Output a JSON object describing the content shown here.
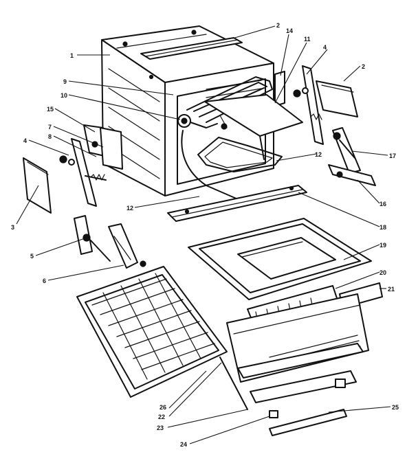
{
  "diagram": {
    "callouts": [
      {
        "id": "c1",
        "label": "1"
      },
      {
        "id": "c2a",
        "label": "2"
      },
      {
        "id": "c2b",
        "label": "2"
      },
      {
        "id": "c3",
        "label": "3"
      },
      {
        "id": "c4a",
        "label": "4"
      },
      {
        "id": "c4b",
        "label": "4"
      },
      {
        "id": "c5",
        "label": "5"
      },
      {
        "id": "c6",
        "label": "6"
      },
      {
        "id": "c7",
        "label": "7"
      },
      {
        "id": "c8",
        "label": "8"
      },
      {
        "id": "c9",
        "label": "9"
      },
      {
        "id": "c10",
        "label": "10"
      },
      {
        "id": "c11",
        "label": "11"
      },
      {
        "id": "c12a",
        "label": "12"
      },
      {
        "id": "c12b",
        "label": "12"
      },
      {
        "id": "c14",
        "label": "14"
      },
      {
        "id": "c15",
        "label": "15"
      },
      {
        "id": "c16",
        "label": "16"
      },
      {
        "id": "c17",
        "label": "17"
      },
      {
        "id": "c18",
        "label": "18"
      },
      {
        "id": "c19",
        "label": "19"
      },
      {
        "id": "c20",
        "label": "20"
      },
      {
        "id": "c21",
        "label": "21"
      },
      {
        "id": "c22",
        "label": "22"
      },
      {
        "id": "c23",
        "label": "23"
      },
      {
        "id": "c24",
        "label": "24"
      },
      {
        "id": "c25",
        "label": "25"
      },
      {
        "id": "c26",
        "label": "26"
      }
    ]
  }
}
